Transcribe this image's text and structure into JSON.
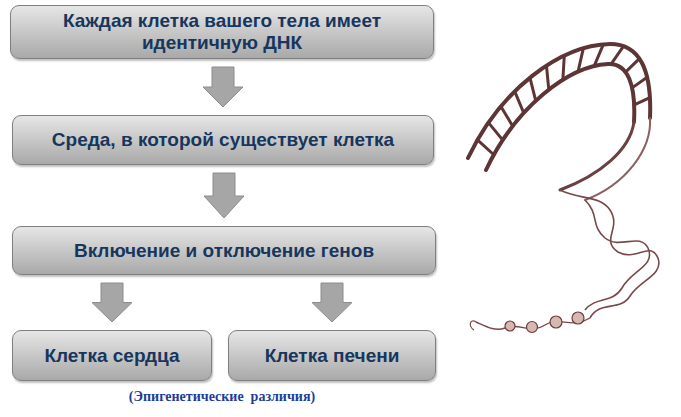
{
  "diagram": {
    "caption": "(Эпигенетические  различия)",
    "nodes": [
      {
        "text": [
          "Каждая клетка вашего тела имеет идентичную ДНК"
        ]
      },
      {
        "text": [
          "Среда, в которой существует клетка"
        ]
      },
      {
        "text": [
          "Включение и отключение генов"
        ]
      },
      {
        "text": [
          "Клетка сердца"
        ]
      },
      {
        "text": [
          "Клетка печени"
        ]
      }
    ],
    "edges": [
      {
        "from": 0,
        "to": 1,
        "arrow": "to"
      },
      {
        "from": 1,
        "to": 2,
        "arrow": "to"
      },
      {
        "from": 2,
        "to": 3,
        "arrow": "to"
      },
      {
        "from": 2,
        "to": 4,
        "arrow": "to"
      }
    ]
  }
}
